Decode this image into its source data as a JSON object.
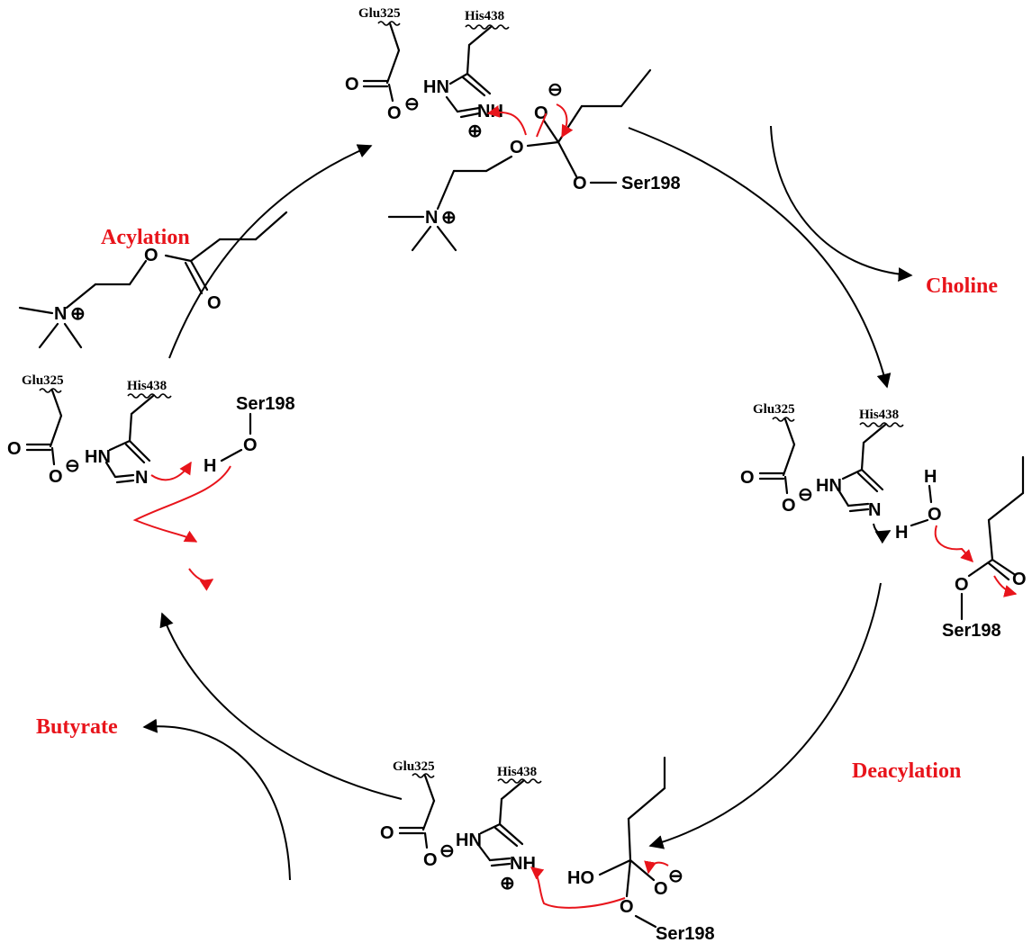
{
  "colors": {
    "stage_label": "#e8141b",
    "electron_arrow": "#e8141b",
    "bond": "#000000"
  },
  "stages": {
    "acylation": "Acylation",
    "choline": "Choline",
    "deacylation": "Deacylation",
    "butyrate": "Butyrate"
  },
  "residues": {
    "glu": "Glu325",
    "his": "His438",
    "ser": "Ser198"
  },
  "atoms": {
    "O": "O",
    "HN": "HN",
    "N": "N",
    "NH": "NH",
    "H": "H",
    "HO": "HO",
    "minus": "⊖",
    "plus": "⊕"
  }
}
